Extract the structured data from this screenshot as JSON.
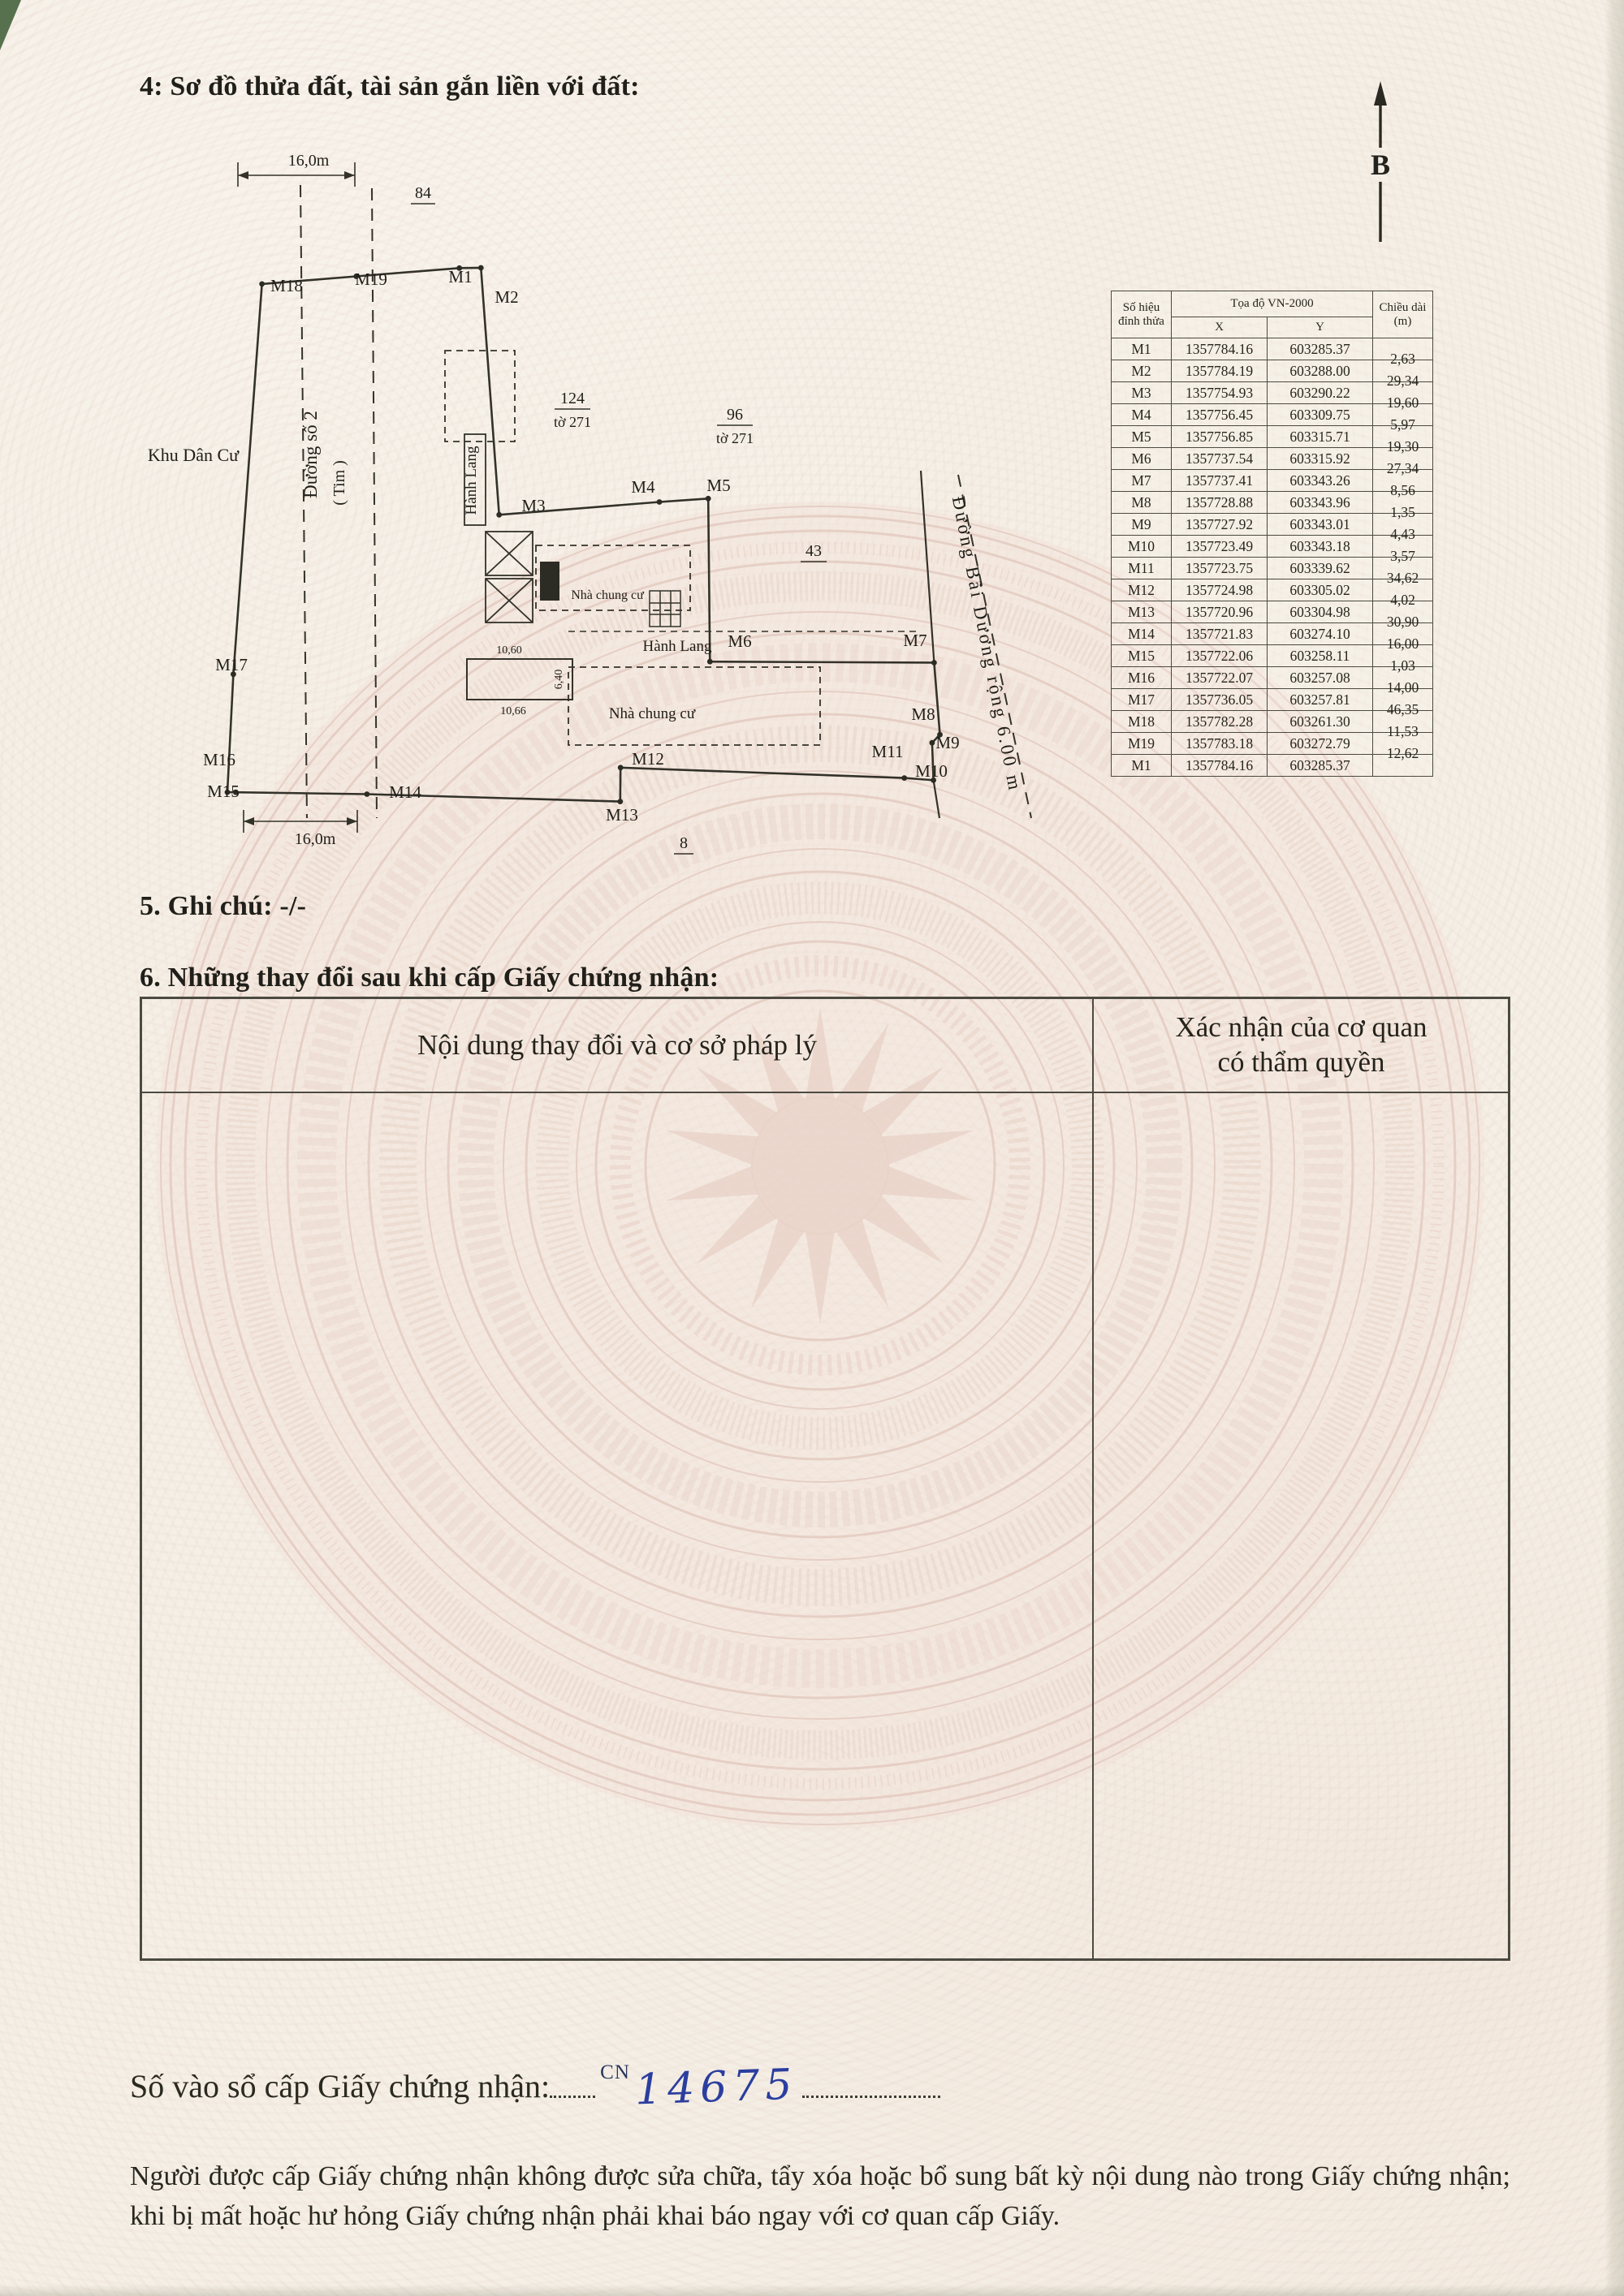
{
  "header": {
    "section4_title": "4: Sơ đồ thửa đất, tài sản gắn liền với đất:",
    "north_label": "B"
  },
  "diagram": {
    "dim_top": "16,0m",
    "dim_bottom": "16,0m",
    "khu_dan_cu": "Khu Dân Cư",
    "duong_so_2": "Đường số 2",
    "tim": "( Tim )",
    "hanh_lang_vertical": "Hành Lang",
    "hanh_lang_horizontal": "Hành Lang",
    "nha_chung_cu_1": "Nhà chung cư",
    "nha_chung_cu_2": "Nhà chung cư",
    "duong_bai_duong": "Đường Bãi Dương rộng 6.00 m",
    "parcel_84": "84",
    "parcel_124": "124",
    "parcel_124_sheet": "tờ 271",
    "parcel_96": "96",
    "parcel_96_sheet": "tờ 271",
    "parcel_43": "43",
    "parcel_8": "8",
    "dim_1060": "10,60",
    "dim_640": "6,40",
    "dim_1066": "10,66",
    "vertices": [
      "M1",
      "M2",
      "M3",
      "M4",
      "M5",
      "M6",
      "M7",
      "M8",
      "M9",
      "M10",
      "M11",
      "M12",
      "M13",
      "M14",
      "M15",
      "M16",
      "M17",
      "M18",
      "M19"
    ]
  },
  "coordinate_table": {
    "header_vertex": "Số hiệu đỉnh thửa",
    "header_coords": "Tọa độ VN-2000",
    "header_x": "X",
    "header_y": "Y",
    "header_length": "Chiều dài (m)",
    "rows": [
      {
        "id": "M1",
        "x": "1357784.16",
        "y": "603285.37",
        "len": "2,63"
      },
      {
        "id": "M2",
        "x": "1357784.19",
        "y": "603288.00",
        "len": "29,34"
      },
      {
        "id": "M3",
        "x": "1357754.93",
        "y": "603290.22",
        "len": "19,60"
      },
      {
        "id": "M4",
        "x": "1357756.45",
        "y": "603309.75",
        "len": "5,97"
      },
      {
        "id": "M5",
        "x": "1357756.85",
        "y": "603315.71",
        "len": "19,30"
      },
      {
        "id": "M6",
        "x": "1357737.54",
        "y": "603315.92",
        "len": "27,34"
      },
      {
        "id": "M7",
        "x": "1357737.41",
        "y": "603343.26",
        "len": "8,56"
      },
      {
        "id": "M8",
        "x": "1357728.88",
        "y": "603343.96",
        "len": "1,35"
      },
      {
        "id": "M9",
        "x": "1357727.92",
        "y": "603343.01",
        "len": "4,43"
      },
      {
        "id": "M10",
        "x": "1357723.49",
        "y": "603343.18",
        "len": "3,57"
      },
      {
        "id": "M11",
        "x": "1357723.75",
        "y": "603339.62",
        "len": "34,62"
      },
      {
        "id": "M12",
        "x": "1357724.98",
        "y": "603305.02",
        "len": "4,02"
      },
      {
        "id": "M13",
        "x": "1357720.96",
        "y": "603304.98",
        "len": "30,90"
      },
      {
        "id": "M14",
        "x": "1357721.83",
        "y": "603274.10",
        "len": "16,00"
      },
      {
        "id": "M15",
        "x": "1357722.06",
        "y": "603258.11",
        "len": "1,03"
      },
      {
        "id": "M16",
        "x": "1357722.07",
        "y": "603257.08",
        "len": "14,00"
      },
      {
        "id": "M17",
        "x": "1357736.05",
        "y": "603257.81",
        "len": "46,35"
      },
      {
        "id": "M18",
        "x": "1357782.28",
        "y": "603261.30",
        "len": "11,53"
      },
      {
        "id": "M19",
        "x": "1357783.18",
        "y": "603272.79",
        "len": "12,62"
      },
      {
        "id": "M1",
        "x": "1357784.16",
        "y": "603285.37",
        "len": ""
      }
    ]
  },
  "section5": {
    "title": "5. Ghi chú: -/-"
  },
  "section6": {
    "title": "6. Những thay đổi sau khi cấp Giấy chứng nhận:",
    "content_header": "Nội dung thay đổi và cơ sở pháp lý",
    "confirm_header_line1": "Xác nhận của cơ quan",
    "confirm_header_line2": "có thẩm quyền"
  },
  "registry": {
    "label": "Số vào sổ cấp Giấy chứng nhận:",
    "cn": "CN",
    "number": "14675"
  },
  "footer_note": "Người được cấp Giấy chứng nhận không được sửa chữa, tẩy xóa hoặc bổ sung bất kỳ nội dung nào trong Giấy chứng nhận; khi bị mất hoặc hư hỏng Giấy chứng nhận phải khai báo ngay với cơ quan cấp Giấy."
}
